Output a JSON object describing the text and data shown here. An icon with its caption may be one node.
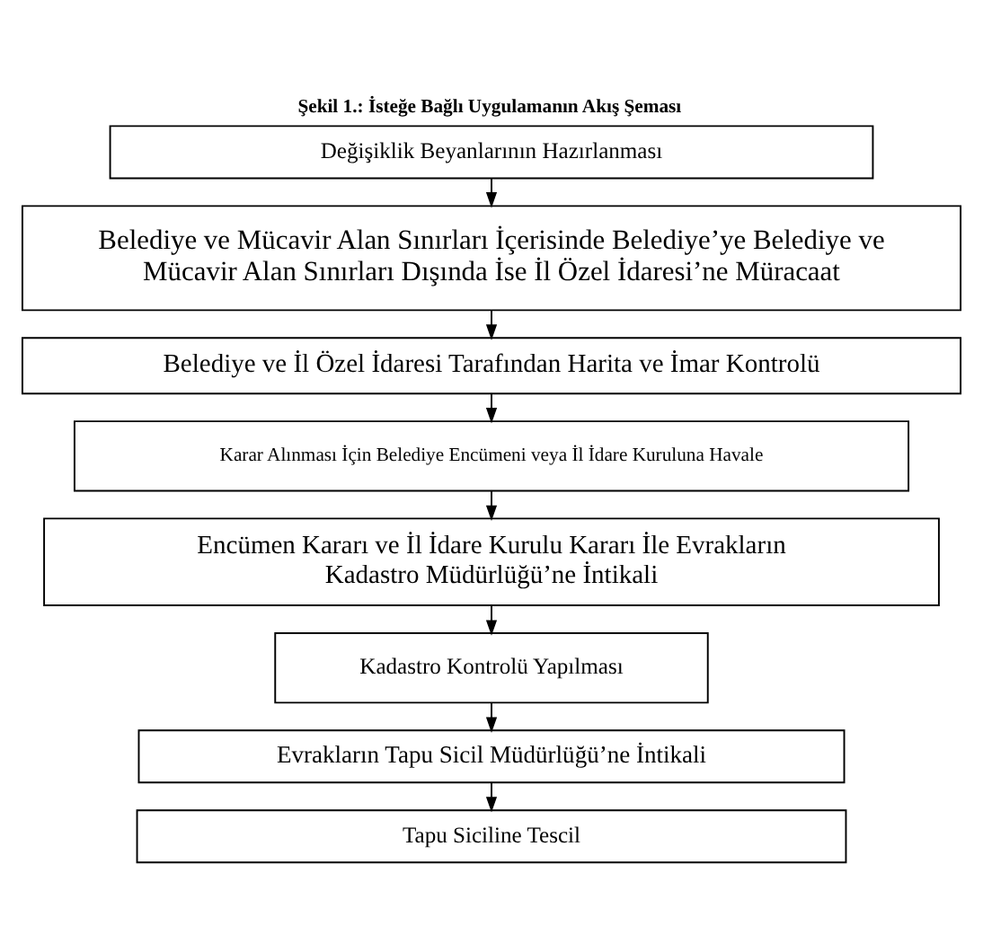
{
  "diagram": {
    "title": "Şekil 1.: İsteğe Bağlı Uygulamanın Akış Şeması",
    "nodes": [
      {
        "text": [
          "Değişiklik Beyanlarının Hazırlanması"
        ]
      },
      {
        "text": [
          "Belediye ve Mücavir Alan Sınırları İçerisinde Belediye’ye Belediye ve Mücavir Alan Sınırları Dışında İse İl Özel İdaresi’ne Müracaat"
        ]
      },
      {
        "text": [
          "Belediye ve İl Özel İdaresi Tarafından Harita ve İmar Kontrolü"
        ]
      },
      {
        "text": [
          "Karar Alınması İçin Belediye Encümeni veya İl İdare Kuruluna Havale"
        ]
      },
      {
        "text": [
          "Encümen Kararı ve İl İdare Kurulu Kararı İle Evrakların Kadastro Müdürlüğü’ne İntikali"
        ]
      },
      {
        "text": [
          "Kadastro Kontrolü Yapılması"
        ]
      },
      {
        "text": [
          "Evrakların Tapu Sicil Müdürlüğü’ne İntikali"
        ]
      },
      {
        "text": [
          "Tapu Siciline Tescil"
        ]
      }
    ],
    "edges": [
      {
        "from": 0,
        "to": 1,
        "arrow": "to"
      },
      {
        "from": 1,
        "to": 2,
        "arrow": "to"
      },
      {
        "from": 2,
        "to": 3,
        "arrow": "to"
      },
      {
        "from": 3,
        "to": 4,
        "arrow": "to"
      },
      {
        "from": 4,
        "to": 5,
        "arrow": "to"
      },
      {
        "from": 5,
        "to": 6,
        "arrow": "to"
      },
      {
        "from": 6,
        "to": 7,
        "arrow": "to"
      }
    ]
  }
}
